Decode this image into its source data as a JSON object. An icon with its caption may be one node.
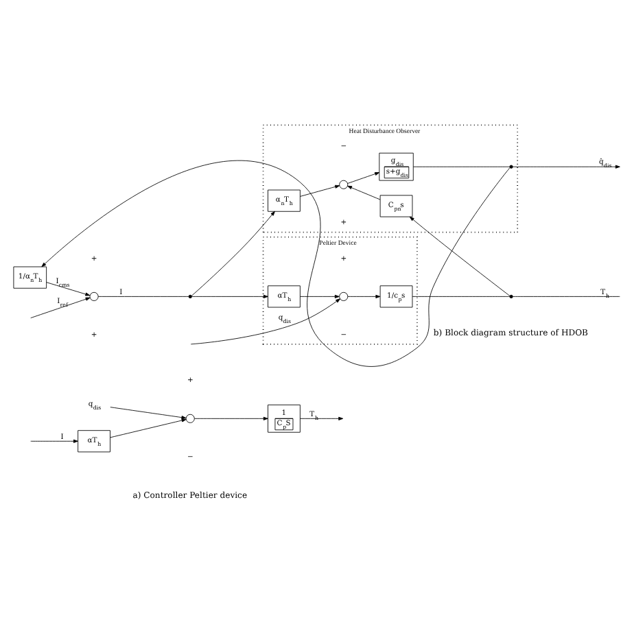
{
  "diagram": {
    "nodes": [
      {
        "text": [
          "αT$_{h}$"
        ]
      },
      {
        "text": [],
        "shape": "circle"
      },
      {
        "text": [
          "1",
          "C$_{p}$S"
        ]
      },
      {
        "text": [
          "q$_{dis}$"
        ]
      },
      {
        "text": [
          "Peltier Device"
        ]
      },
      {
        "text": [
          "Heat Disturbance Observer"
        ]
      },
      {
        "text": [],
        "shape": "circle"
      },
      {
        "text": [],
        "shape": "dot"
      },
      {
        "text": [
          "αT$_{h}$"
        ],
        "in": 4
      },
      {
        "text": [],
        "shape": "circle",
        "in": 4
      },
      {
        "text": [
          "1/c$_{p}$s"
        ],
        "in": 4
      },
      {
        "text": [],
        "shape": "dot"
      },
      {
        "text": [
          "α$_{n}$T$_{h}$"
        ],
        "in": 5
      },
      {
        "text": [],
        "shape": "circle",
        "in": 5
      },
      {
        "text": [
          "C$_{pn}$s"
        ],
        "in": 5
      },
      {
        "text": [
          "g$_{dis}$",
          "s+g$_{dis}$"
        ],
        "in": 5
      },
      {
        "text": [],
        "shape": "dot",
        "in": 5
      },
      {
        "text": [
          "1/α$_{n}$T$_{h}$"
        ]
      }
    ],
    "edges": [
      {
        "from": null,
        "to": 0,
        "arrow": "to",
        "label": "I"
      },
      {
        "from": 3,
        "to": 1,
        "arrow": "to"
      },
      {
        "from": 0,
        "to": 1,
        "arrow": "to"
      },
      {
        "from": 1,
        "to": 2,
        "arrow": "to"
      },
      {
        "from": 2,
        "to": null,
        "arrow": "to",
        "label": "T$_{h}$"
      },
      {
        "from": null,
        "to": 6,
        "arrow": "to",
        "label": "I$_{ref}$"
      },
      {
        "from": 6,
        "to": 7,
        "arrow": "none",
        "label": "I"
      },
      {
        "from": 7,
        "to": 8,
        "arrow": "to"
      },
      {
        "from": 7,
        "to": 12,
        "arrow": "to"
      },
      {
        "from": 8,
        "to": 9,
        "arrow": "to"
      },
      {
        "from": null,
        "to": 9,
        "arrow": "to",
        "label": "q$_{dis}$"
      },
      {
        "from": 9,
        "to": 10,
        "arrow": "to"
      },
      {
        "from": 10,
        "to": 11,
        "arrow": "none"
      },
      {
        "from": 11,
        "to": null,
        "arrow": "none",
        "label": "T$_{h}$"
      },
      {
        "from": 11,
        "to": 14,
        "arrow": "to"
      },
      {
        "from": 14,
        "to": 13,
        "arrow": "to"
      },
      {
        "from": 12,
        "to": 13,
        "arrow": "to"
      },
      {
        "from": 13,
        "to": 15,
        "arrow": "to"
      },
      {
        "from": 15,
        "to": 16,
        "arrow": "none"
      },
      {
        "from": 16,
        "to": null,
        "arrow": "to",
        "label": "q̂$_{dis}$"
      },
      {
        "from": 16,
        "to": 17,
        "arrow": "to"
      },
      {
        "from": 17,
        "to": 6,
        "arrow": "to",
        "label": "I$_{cms}$"
      }
    ],
    "labels": [
      "+",
      "−",
      "a) Controller Peltier device",
      "+",
      "+",
      "−",
      "+",
      "+",
      "−",
      "b) Block diagram structure of HDOB"
    ]
  }
}
